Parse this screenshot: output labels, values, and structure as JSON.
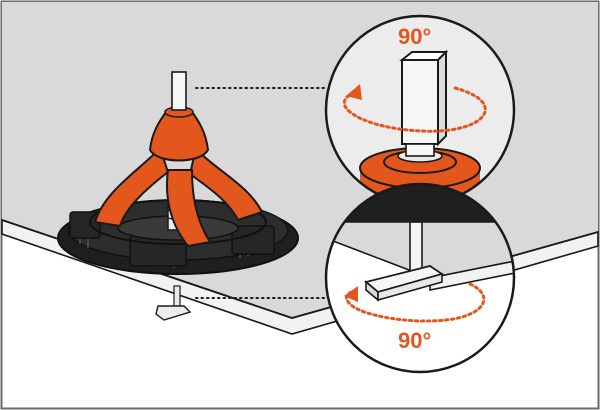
{
  "labels": {
    "top_rotation": "90°",
    "bottom_rotation": "90°"
  },
  "colors": {
    "accent_orange": "#e3571c",
    "tile_grey": "#d9d9d9",
    "tile_edge": "#f2f2f2",
    "base_black": "#1f1f1f",
    "outline": "#1a1a1a",
    "frame": "#6a6a6a"
  },
  "icons": {
    "rotation_arrow": "curved-rotation-arrow-icon",
    "leader_line": "dotted-leader-line"
  }
}
